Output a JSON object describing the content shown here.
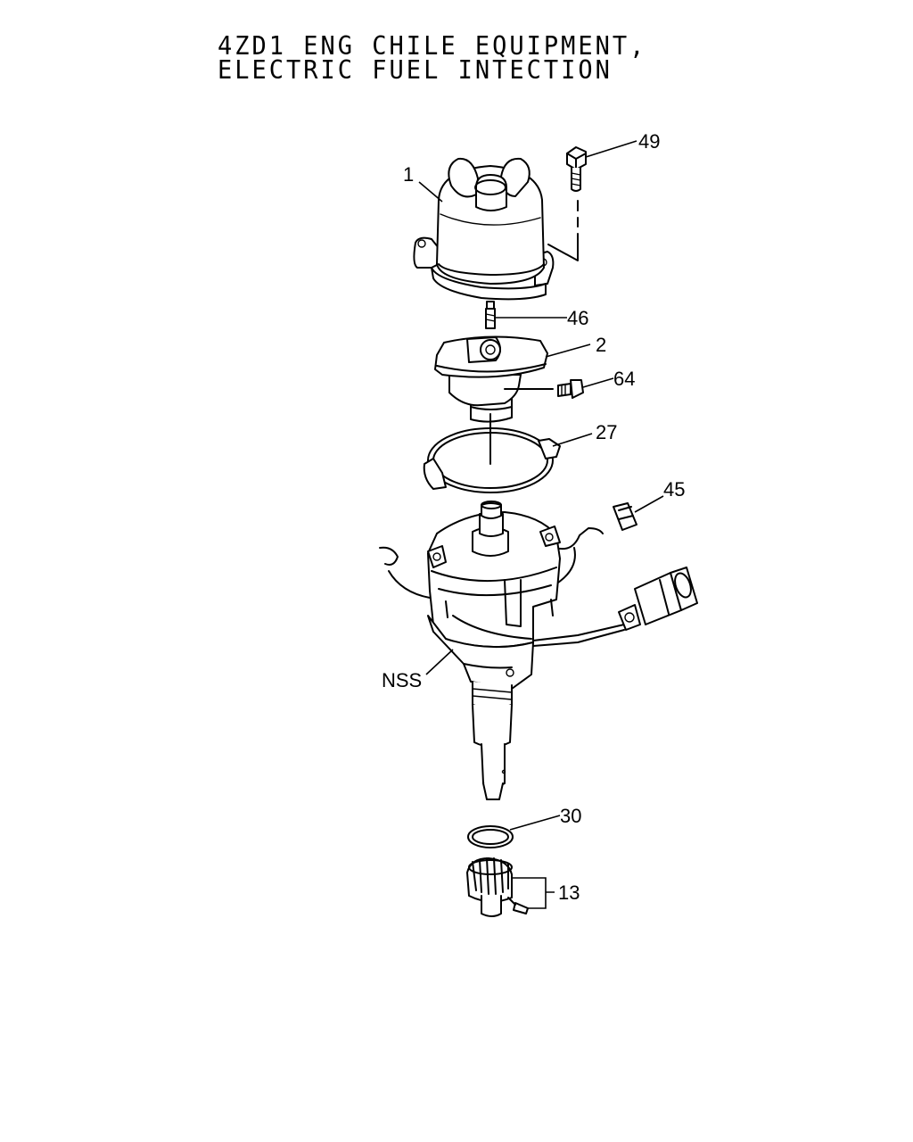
{
  "title": {
    "line1": "4ZD1 ENG CHILE EQUIPMENT,",
    "line2": "ELECTRIC FUEL INTECTION"
  },
  "callouts": {
    "c49": "49",
    "c1": "1",
    "c46": "46",
    "c2": "2",
    "c64": "64",
    "c27": "27",
    "c45": "45",
    "cNSS": "NSS",
    "c30": "30",
    "c13": "13"
  }
}
